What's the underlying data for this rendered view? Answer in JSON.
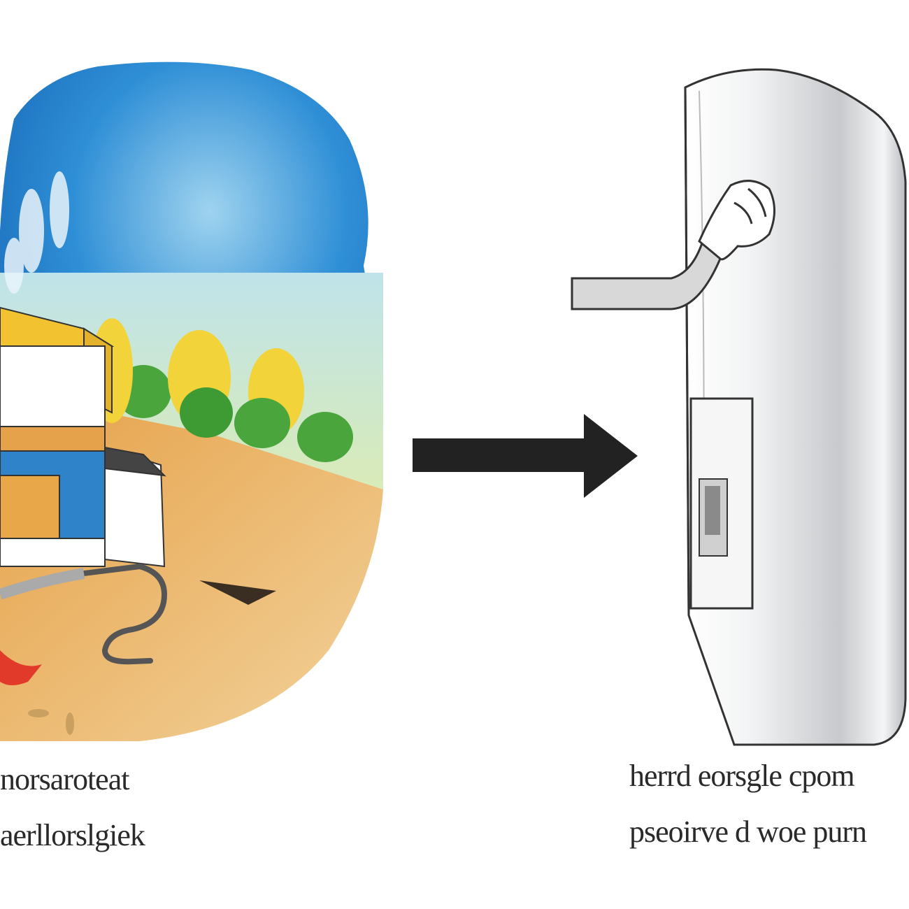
{
  "left_caption": {
    "line1": "norsaroteat",
    "line2": "aerllorslgiek"
  },
  "right_caption": {
    "line1": "herrd eorsgle cpom",
    "line2": "pseoirve d woe purn"
  },
  "colors": {
    "sky": "#2f8fd6",
    "ground": "#e8b260",
    "building_roof": "#f2c230",
    "arrow": "#222222",
    "appliance": "#d8dadd"
  },
  "icons": [
    "factory-scene-illustration",
    "arrow-right-icon",
    "water-heater-illustration",
    "hand-icon"
  ]
}
